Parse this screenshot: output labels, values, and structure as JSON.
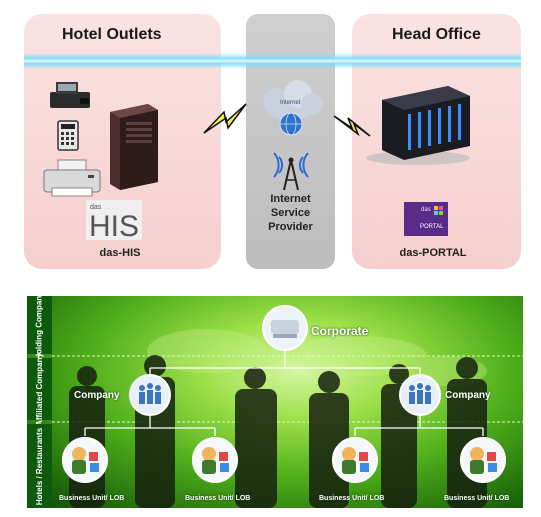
{
  "top": {
    "hotel_title": "Hotel Outlets",
    "head_title": "Head Office",
    "cloud_label": "Internet",
    "isp_label_line1": "Internet",
    "isp_label_line2": "Service",
    "isp_label_line3": "Provider",
    "his_logo_small": "das",
    "his_logo_big": "HIS",
    "his_label": "das-HIS",
    "portal_logo_small": "das",
    "portal_logo_big": "PORTAL",
    "portal_label": "das-PORTAL"
  },
  "bottom": {
    "side_holding": "Holding Company",
    "side_affiliated": "Affiliated Company",
    "side_hotels": "Hotels / Restaurants",
    "corporate": "Corporate",
    "company_left": "Company",
    "company_right": "Company",
    "business_units": [
      "Business Unit/ LOB",
      "Business Unit/ LOB",
      "Business Unit/ LOB",
      "Business Unit/ LOB"
    ]
  },
  "icons": {
    "pos_terminal": "cash-register-icon",
    "keypad": "keypad-icon",
    "printer": "printer-icon",
    "server": "server-tower-icon",
    "cloud": "cloud-icon",
    "globe": "globe-icon",
    "tower": "antenna-tower-icon",
    "datacenter": "server-rack-icon",
    "lightning": "lightning-bolt-icon"
  }
}
